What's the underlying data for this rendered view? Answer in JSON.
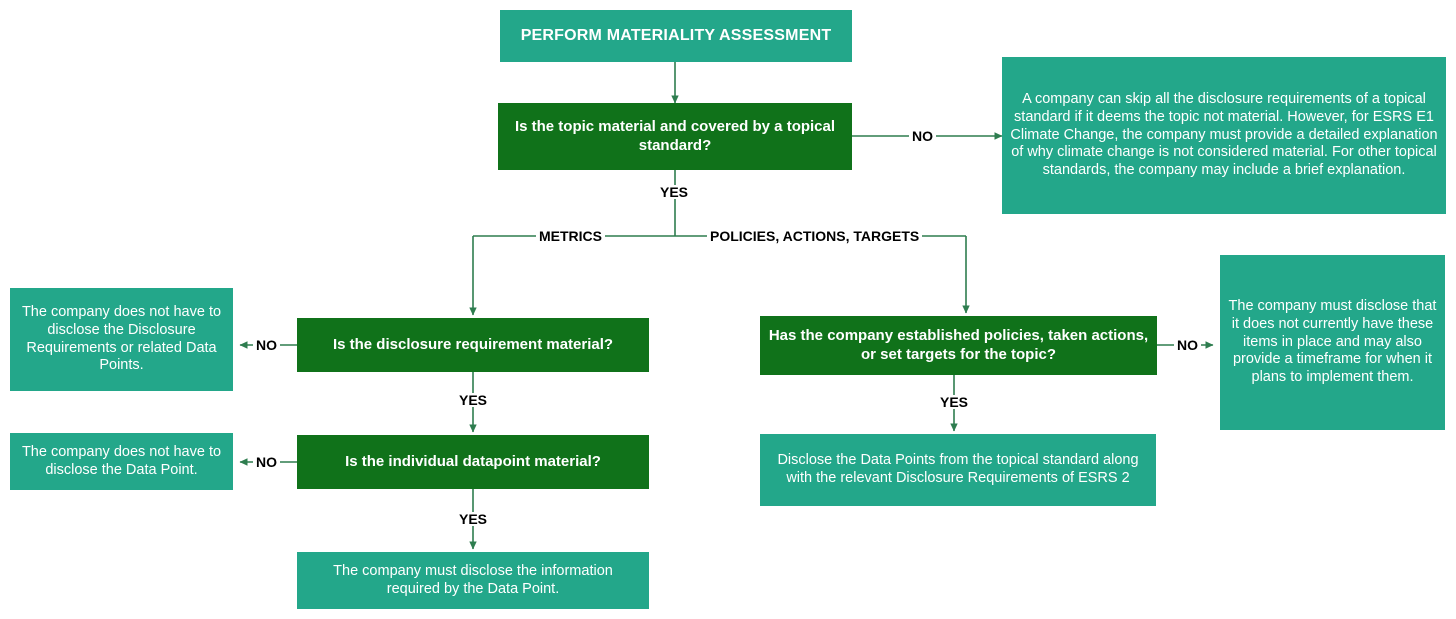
{
  "diagram": {
    "title": "ESRS Materiality Assessment Decision Flowchart",
    "colors": {
      "teal": "#23a78a",
      "green": "#10721a",
      "connector": "#2e7d4f",
      "label_text": "#000000",
      "node_text": "#ffffff",
      "background": "#ffffff"
    },
    "nodes": {
      "start": "PERFORM MATERIALITY ASSESSMENT",
      "decision_topic": "Is the topic material and covered by a topical standard?",
      "note_skip_topical": "A company can skip all the disclosure requirements of a topical standard if it deems the topic not material. However, for ESRS E1 Climate Change, the company must provide a detailed explanation of why climate change is not considered material. For other topical standards, the company may include a brief explanation.",
      "decision_disclosure_requirement": "Is the disclosure requirement material?",
      "note_no_disclosure_requirements": "The company does not have to disclose the Disclosure Requirements or related Data Points.",
      "decision_datapoint": "Is the individual datapoint material?",
      "note_no_data_point": "The company does not have to disclose the Data Point.",
      "outcome_disclose_datapoint": "The company must disclose the information required by the Data Point.",
      "decision_policies": "Has the company established policies, taken actions, or set targets for the topic?",
      "note_no_items_in_place": "The company must disclose that it does not currently have these items in place and may also provide a timeframe for when it plans to implement them.",
      "outcome_disclose_points_esrs2": "Disclose the Data Points from the topical standard along with the relevant Disclosure Requirements of ESRS 2"
    },
    "edge_labels": {
      "topic_no": "NO",
      "topic_yes": "YES",
      "branch_metrics": "METRICS",
      "branch_policies": "POLICIES, ACTIONS, TARGETS",
      "dr_no": "NO",
      "dr_yes": "YES",
      "dp_no": "NO",
      "dp_yes": "YES",
      "policies_no": "NO",
      "policies_yes": "YES"
    }
  }
}
